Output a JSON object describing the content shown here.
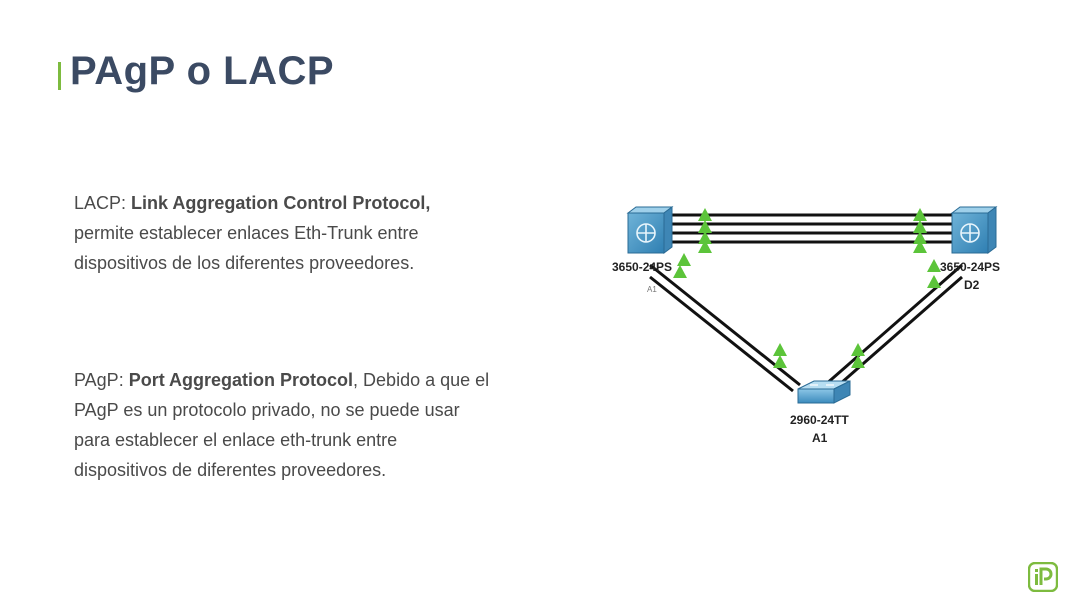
{
  "slide": {
    "title": "PAgP o LACP",
    "accent_color": "#7dbb3f",
    "title_color": "#3b4a63"
  },
  "lacp": {
    "label": "LACP: ",
    "bold": "Link Aggregation Control Protocol,",
    "rest": " permite establecer enlaces Eth-Trunk entre dispositivos de los diferentes proveedores."
  },
  "pagp": {
    "label": "PAgP: ",
    "bold": "Port Aggregation Protocol",
    "rest": ", Debido a que el PAgP es un protocolo privado, no se puede usar para establecer el enlace eth-trunk entre dispositivos de diferentes proveedores."
  },
  "diagram": {
    "switch_left": {
      "model": "3650-24PS",
      "name": ""
    },
    "switch_right": {
      "model": "3650-24PS",
      "name": "D2"
    },
    "switch_bottom": {
      "model": "2960-24TT",
      "name": "A1"
    },
    "link_label": "A1",
    "link_status_color": "#5cc43a",
    "switch_icon": "multilayer-switch-icon",
    "access_switch_icon": "access-switch-icon"
  },
  "logo": {
    "icon": "ip-logo-icon",
    "color": "#7dbb3f"
  }
}
